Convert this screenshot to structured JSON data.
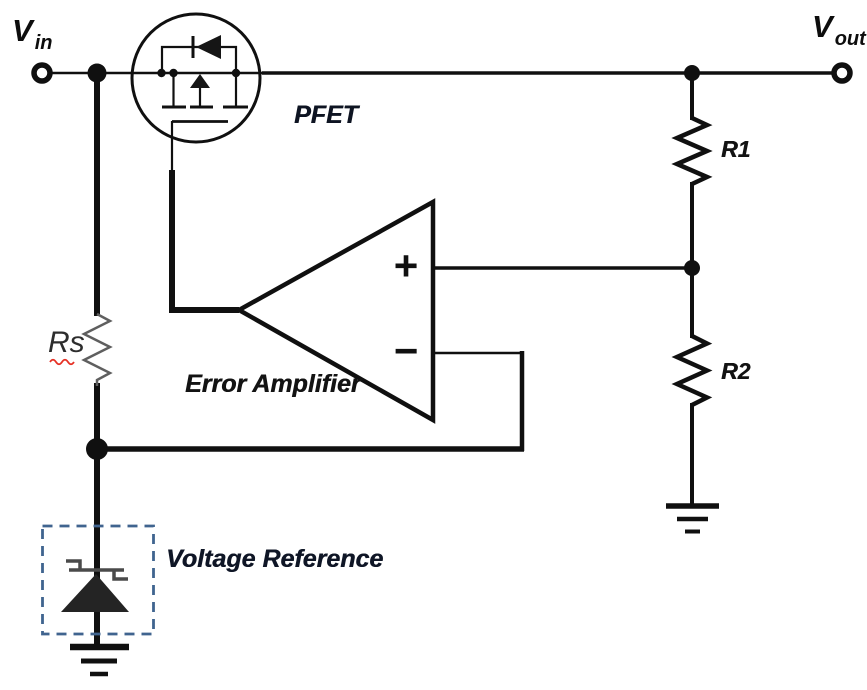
{
  "terminals": {
    "input": {
      "symbol": "V",
      "subscript": "in"
    },
    "output": {
      "symbol": "V",
      "subscript": "out"
    }
  },
  "components": {
    "pass_transistor": {
      "label": "PFET",
      "icon": "pfet-mosfet-symbol"
    },
    "error_amplifier": {
      "label": "Error Amplifier",
      "noninverting_input": "+",
      "inverting_input": "−",
      "icon": "opamp-triangle-symbol"
    },
    "resistors": {
      "r1": {
        "label": "R1"
      },
      "r2": {
        "label": "R2"
      },
      "rs": {
        "label": "Rs"
      }
    },
    "voltage_reference": {
      "label": "Voltage Reference",
      "icon": "zener-diode-symbol"
    },
    "grounds": {
      "icon": "ground-symbol"
    }
  },
  "colors": {
    "wire": "#101010",
    "rs_resistor_wire": "#5f5f5f",
    "reference_box_dash": "#40648f",
    "spellcheck_underline": "#e63226",
    "background": "#ffffff"
  }
}
